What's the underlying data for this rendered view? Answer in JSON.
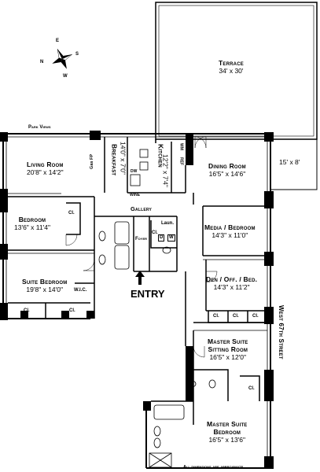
{
  "compass": {
    "n": "N",
    "e": "E",
    "s": "S",
    "w": "W"
  },
  "terrace": {
    "name": "Terrace",
    "dims": "34' x 30'"
  },
  "balcony": {
    "dims": "15' x 8'"
  },
  "park_views": "Park Views",
  "living_room": {
    "name": "Living Room",
    "dims": "20'8\" x 14'2\""
  },
  "breakfast": {
    "name": "Breakfast",
    "dims": "14'0\" x 7'0\""
  },
  "kitchen": {
    "name": "Kitchen",
    "dims": "12'2\" x 7'4\""
  },
  "dining_room": {
    "name": "Dining Room",
    "dims": "16'5\" x 14'6\""
  },
  "gas_fp": "Gas FP",
  "gallery": "Gallery",
  "bedroom": {
    "name": "Bedroom",
    "dims": "13'6\" x 11'4\""
  },
  "foyer": "Foyer",
  "laundry": "Laun.",
  "dw_d": "D",
  "dw_w": "W",
  "media_bedroom": {
    "name": "Media / Bedroom",
    "dims": "14'3\" x 11'0\""
  },
  "suite_bedroom": {
    "name": "Suite Bedroom",
    "dims": "19'8\" x 14'0\""
  },
  "wic": "W.I.C.",
  "entry": "ENTRY",
  "den": {
    "name": "Den / Off. / Bed.",
    "dims": "14'3\" x 11'2\""
  },
  "street": "West 67th Street",
  "master_sitting": {
    "name_1": "Master Suite",
    "name_2": "Sitting Room",
    "dims": "16'5\" x 12'0\""
  },
  "master_bedroom": {
    "name_1": "Master Suite",
    "name_2": "Bedroom",
    "dims": "16'5\" x 13'6\""
  },
  "closet": "Cl.",
  "appliances": {
    "dw": "DW",
    "wine": "WINE",
    "ref": "REF",
    "wm": "WM"
  },
  "disclaimer": "All dimensions are approximate"
}
